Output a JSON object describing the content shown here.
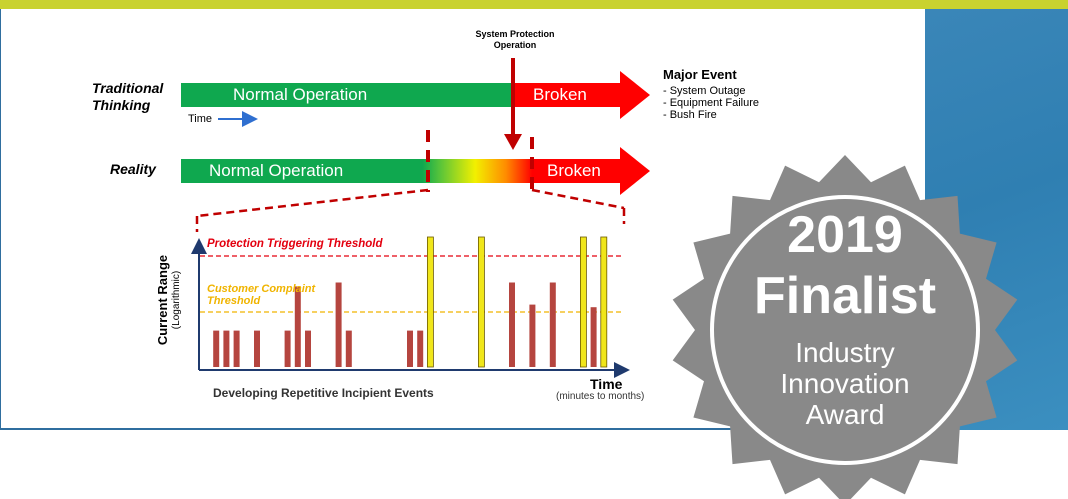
{
  "diagram": {
    "traditional_label": "Traditional Thinking",
    "reality_label": "Reality",
    "normal_operation": "Normal Operation",
    "broken": "Broken",
    "time_label": "Time",
    "system_protection": "System Protection Operation",
    "major_event": {
      "title": "Major Event",
      "items": [
        "- System Outage",
        "- Equipment Failure",
        "- Bush Fire"
      ]
    },
    "colors": {
      "green": "#0fa84f",
      "red": "#ff0000",
      "yellow": "#f0e61a",
      "dark_red": "#b5453f",
      "orange_line": "#f0b400",
      "axis": "#1f3a6e"
    }
  },
  "chart_data": {
    "type": "bar",
    "title": "Developing Repetitive Incipient Events",
    "ylabel": "Current Range",
    "ylabel_sub": "(Logarithmic)",
    "xlabel": "Time",
    "xlabel_sub": "(minutes to months)",
    "thresholds": [
      {
        "label": "Protection Triggering Threshold",
        "color": "#e3000f",
        "level": "upper"
      },
      {
        "label": "Customer Complaint Threshold",
        "color": "#f0b400",
        "level": "lower"
      }
    ],
    "bars": [
      {
        "pos": 1,
        "value": 0.28,
        "kind": "red"
      },
      {
        "pos": 2,
        "value": 0.28,
        "kind": "red"
      },
      {
        "pos": 3,
        "value": 0.28,
        "kind": "red"
      },
      {
        "pos": 5,
        "value": 0.28,
        "kind": "red"
      },
      {
        "pos": 8,
        "value": 0.28,
        "kind": "red"
      },
      {
        "pos": 9,
        "value": 0.62,
        "kind": "red"
      },
      {
        "pos": 10,
        "value": 0.28,
        "kind": "red"
      },
      {
        "pos": 13,
        "value": 0.65,
        "kind": "red"
      },
      {
        "pos": 14,
        "value": 0.28,
        "kind": "red"
      },
      {
        "pos": 20,
        "value": 0.28,
        "kind": "red"
      },
      {
        "pos": 21,
        "value": 0.28,
        "kind": "red"
      },
      {
        "pos": 22,
        "value": 1.0,
        "kind": "yellow"
      },
      {
        "pos": 27,
        "value": 1.0,
        "kind": "yellow"
      },
      {
        "pos": 30,
        "value": 0.65,
        "kind": "red"
      },
      {
        "pos": 32,
        "value": 0.48,
        "kind": "red"
      },
      {
        "pos": 34,
        "value": 0.65,
        "kind": "red"
      },
      {
        "pos": 37,
        "value": 1.0,
        "kind": "yellow"
      },
      {
        "pos": 38,
        "value": 0.46,
        "kind": "red"
      },
      {
        "pos": 39,
        "value": 1.0,
        "kind": "yellow"
      }
    ]
  },
  "badge": {
    "year": "2019",
    "status": "Finalist",
    "line1": "Industry",
    "line2": "Innovation",
    "line3": "Award",
    "color": "#898989"
  }
}
